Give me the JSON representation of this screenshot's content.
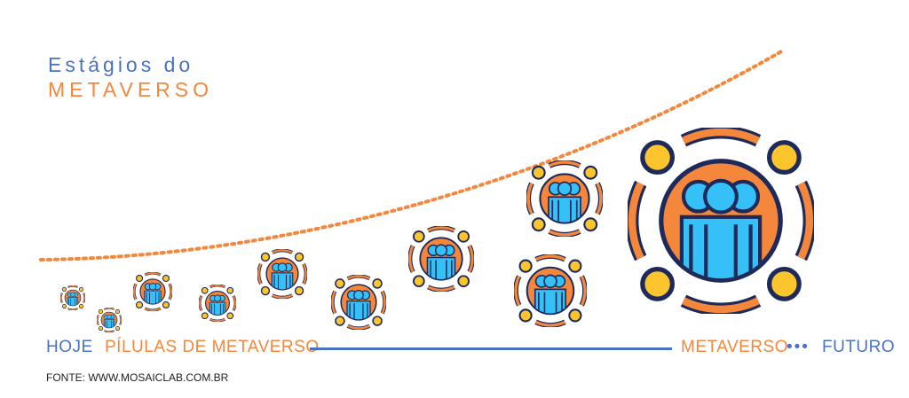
{
  "title": {
    "line1": "Estágios do",
    "line2": "METAVERSO"
  },
  "timeline": {
    "start": "HOJE",
    "stage": "PÍLULAS DE METAVERSO",
    "end": "METAVERSO",
    "ellipsis": "•••",
    "future": "FUTURO"
  },
  "source": "FONTE: WWW.MOSAICLAB.COM.BR",
  "icons": {
    "name": "community-group-icon",
    "count": 10
  },
  "colors": {
    "blue": "#4a72c4",
    "orange": "#f5873c",
    "yellow": "#fcc52e",
    "navy": "#1e2a5a",
    "person": "#35c1f7"
  }
}
